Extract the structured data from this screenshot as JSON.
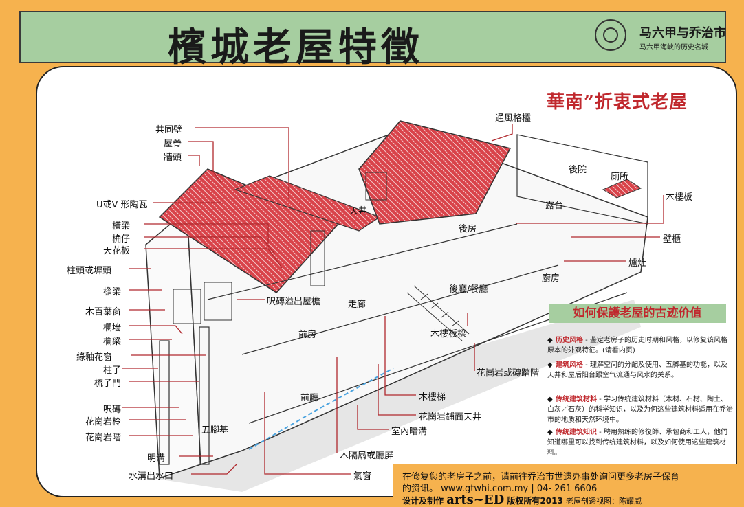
{
  "title": "檳城老屋特徵",
  "city": {
    "name": "马六甲与乔治市",
    "sub": "马六甲海峡的历史名城"
  },
  "subtitle": "華南”折衷式老屋",
  "left_labels": [
    {
      "id": "l1",
      "text": "共同壁"
    },
    {
      "id": "l2",
      "text": "屋脊"
    },
    {
      "id": "l3",
      "text": "牆頭"
    },
    {
      "id": "l4",
      "text": "U或V 形陶瓦"
    },
    {
      "id": "l5",
      "text": "橫梁"
    },
    {
      "id": "l6",
      "text": "桷仔"
    },
    {
      "id": "l7",
      "text": "天花板"
    },
    {
      "id": "l8",
      "text": "柱頭或墀頭"
    },
    {
      "id": "l9",
      "text": "檐梁"
    },
    {
      "id": "l10",
      "text": "木百葉窗"
    },
    {
      "id": "l11",
      "text": "欄墻"
    },
    {
      "id": "l12",
      "text": "欄梁"
    },
    {
      "id": "l13",
      "text": "綠釉花窗"
    },
    {
      "id": "l14",
      "text": "柱子"
    },
    {
      "id": "l15",
      "text": "梳子門"
    },
    {
      "id": "l16",
      "text": "呎磚"
    },
    {
      "id": "l17",
      "text": "花崗岩柃"
    },
    {
      "id": "l18",
      "text": "花崗岩階"
    },
    {
      "id": "l19",
      "text": "明溝"
    },
    {
      "id": "l20",
      "text": "水溝出水口"
    }
  ],
  "inner_labels": {
    "tongfeng": "通風格欞",
    "houyuan": "後院",
    "cesuo": "廁所",
    "tianjing": "天井",
    "lutai": "露台",
    "houfang": "後房",
    "yidong": "呎磚溢出屋檐",
    "zoulang": "走廊",
    "houting": "後廳/餐廳",
    "chufang": "廚房",
    "qianfang": "前房",
    "qianting": "前廳",
    "wujiaoji": "五腳基"
  },
  "right_labels": {
    "mulouban": "木樓板",
    "bigui": "壁櫃",
    "luzao": "爐灶",
    "muloubanliang": "木樓板樑",
    "huagang_tabu": "花崗岩或磚踏階",
    "muloti": "木樓梯",
    "huagang_tianjing": "花崗岩鋪面天井",
    "shinei": "室內暗溝",
    "mugeshan": "木隔扇或廳屏",
    "qichuang": "氣窗"
  },
  "care": {
    "title": "如何保護老屋的古迹价值",
    "items": [
      {
        "head": "历史风格",
        "text": " - 鉴定老房子的历史时期和风格，以修复该风格原本的外观特征。(请看内页)"
      },
      {
        "head": "建筑风格",
        "text": " - 理解空间的分配及使用、五脚基的功能，以及天井和屋后阳台跟空气流通与风水的关系。"
      },
      {
        "head": "传统建筑材料",
        "text": " - 学习传统建筑材料（木材、石材、陶土、白灰／石灰）的科学知识，以及为何这些建筑材料适用在乔治市的地质和天然环境中。"
      },
      {
        "head": "传统建筑知识",
        "text": " - 聘用熟练的修復師、承包商和工人，他們知道哪里可以找到传统建筑材料，以及如何使用这些建筑材料。"
      }
    ]
  },
  "footer": {
    "line1": "在修复您的老房子之前，请前往乔治市世遗办事处询问更多老房子保育",
    "line2": "的资讯。 www.gtwhi.com.my | 04- 261 6606",
    "line3a": "设计及制作",
    "brand": "arts~ED",
    "line3b": "版权所有2013",
    "credit": "老屋剖透视图：陈耀威"
  },
  "colors": {
    "background": "#f6b24e",
    "banner": "#a6cea0",
    "roof": "#d9434a",
    "accent_red": "#c0282d"
  }
}
